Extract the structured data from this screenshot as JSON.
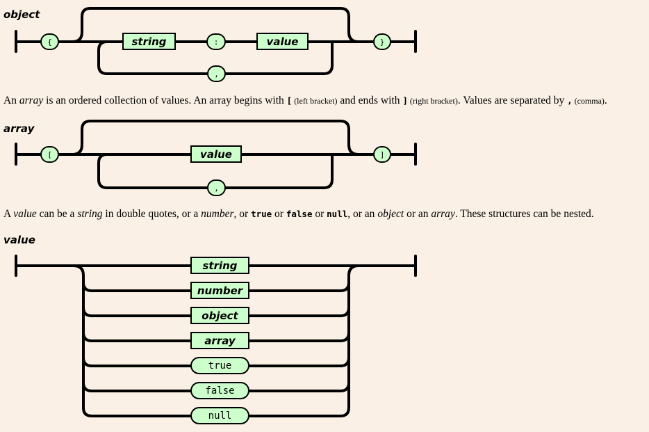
{
  "colors": {
    "background": "#faf0e6",
    "box_fill": "#ccffcc",
    "line": "#000000"
  },
  "object": {
    "heading": "object",
    "open_token": "{",
    "close_token": "}",
    "string_label": "string",
    "colon_token": ":",
    "value_label": "value",
    "comma_token": ","
  },
  "array_desc": {
    "t1": "An ",
    "t2": "array",
    "t3": " is an ordered collection of values. An array begins with ",
    "t4": "[",
    "t5": " (left bracket)",
    "t6": " and ends with ",
    "t7": "]",
    "t8": " (right bracket)",
    "t9": ". Values are separated by ",
    "t10": ",",
    "t11": " (comma)",
    "t12": "."
  },
  "array": {
    "heading": "array",
    "open_token": "[",
    "close_token": "]",
    "value_label": "value",
    "comma_token": ","
  },
  "value_desc": {
    "t1": "A ",
    "t2": "value",
    "t3": " can be a ",
    "t4": "string",
    "t5": " in double quotes, or a ",
    "t6": "number",
    "t7": ", or ",
    "t8": "true",
    "t9": " or ",
    "t10": "false",
    "t11": " or ",
    "t12": "null",
    "t13": ", or an ",
    "t14": "object",
    "t15": " or an ",
    "t16": "array",
    "t17": ". These structures can be nested."
  },
  "value": {
    "heading": "value",
    "options": [
      "string",
      "number",
      "object",
      "array",
      "true",
      "false",
      "null"
    ]
  }
}
